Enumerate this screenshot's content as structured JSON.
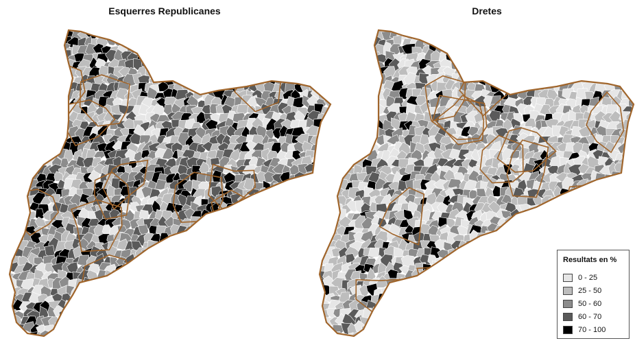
{
  "maps": [
    {
      "title": "Esquerres Republicanes"
    },
    {
      "title": "Dretes"
    }
  ],
  "legend": {
    "title": "Resultats en %",
    "classes": [
      {
        "label": "0 - 25",
        "color": "#e6e6e6"
      },
      {
        "label": "25 - 50",
        "color": "#bdbdbd"
      },
      {
        "label": "50 - 60",
        "color": "#8c8c8c"
      },
      {
        "label": "60 - 70",
        "color": "#5a5a5a"
      },
      {
        "label": "70 - 100",
        "color": "#000000"
      }
    ]
  },
  "colors": {
    "boundary": "#a0652b",
    "municipal_line": "#ffffff"
  }
}
